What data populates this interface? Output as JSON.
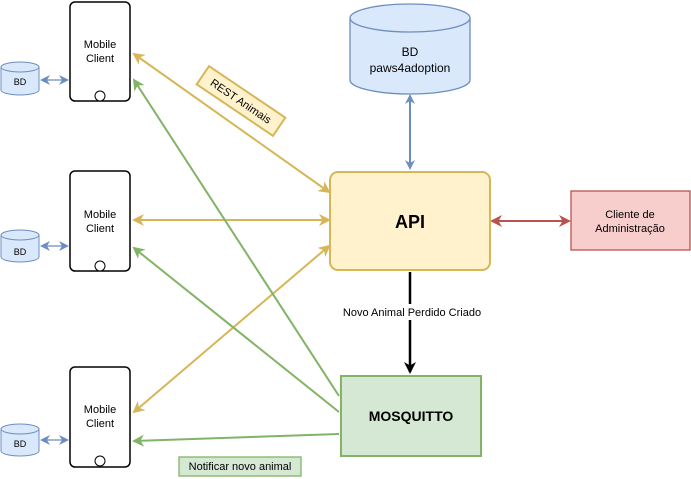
{
  "diagram": {
    "database_main": {
      "line1": "BD",
      "line2": "paws4adoption"
    },
    "api": {
      "label": "API"
    },
    "mosquitto": {
      "label": "MOSQUITTO"
    },
    "admin_client": {
      "line1": "Cliente de",
      "line2": "Administração"
    },
    "mobile_clients": [
      {
        "line1": "Mobile",
        "line2": "Client",
        "db_label": "BD"
      },
      {
        "line1": "Mobile",
        "line2": "Client",
        "db_label": "BD"
      },
      {
        "line1": "Mobile",
        "line2": "Client",
        "db_label": "BD"
      }
    ],
    "edge_labels": {
      "rest": "REST Animais",
      "new_lost_animal": "Novo Animal Perdido Criado",
      "notify": "Notificar novo animal"
    }
  },
  "colors": {
    "db_fill": "#dae8fc",
    "db_stroke": "#6c8ebf",
    "api_fill": "#fff2cc",
    "api_stroke": "#d6b656",
    "mosq_fill": "#d5e8d4",
    "mosq_stroke": "#82b366",
    "admin_fill": "#f8cecc",
    "admin_stroke": "#b85450",
    "edge_blue": "#6c8ebf",
    "edge_gold": "#d6b656",
    "edge_green": "#82b366",
    "edge_red": "#b85450",
    "edge_black": "#000000"
  }
}
